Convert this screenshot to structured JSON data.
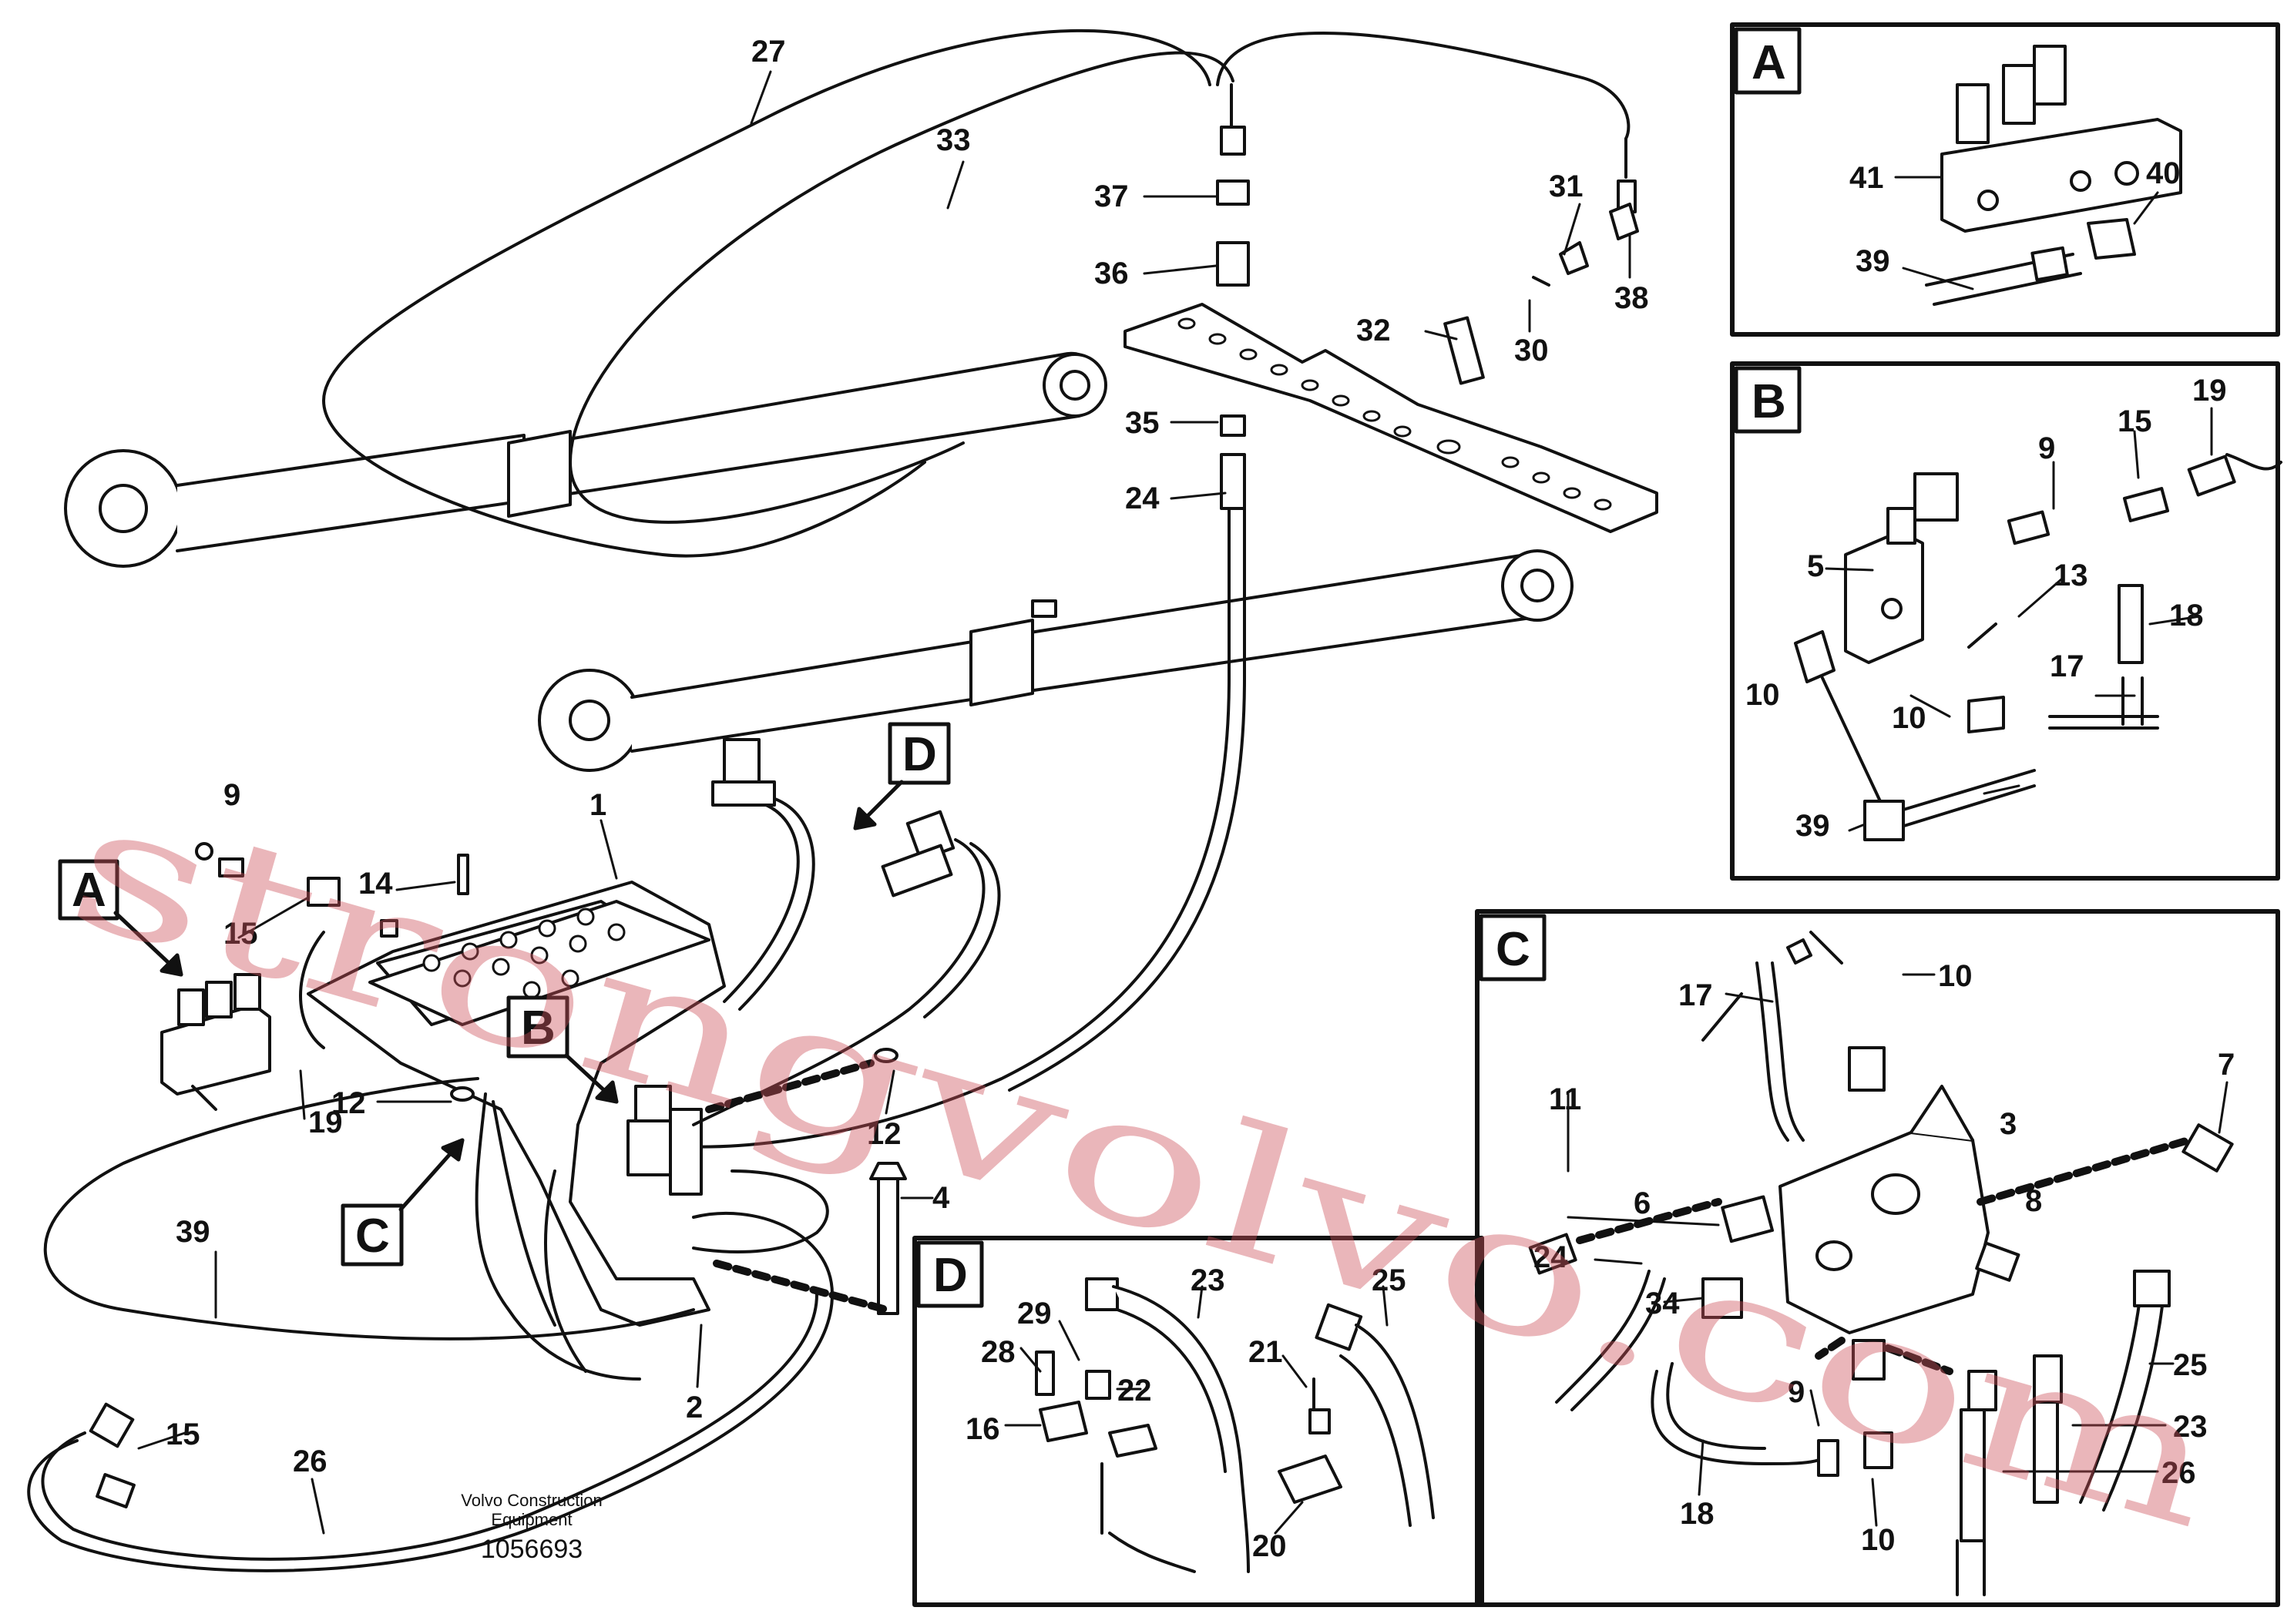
{
  "diagram": {
    "caption_line1": "Volvo Construction",
    "caption_line2": "Equipment",
    "drawing_number": "1056693",
    "watermark": "strongvolvo.com",
    "detail_boxes": {
      "A": "A",
      "B": "B",
      "C": "C",
      "D": "D"
    },
    "callout_letters": {
      "A": "A",
      "B": "B",
      "C": "C",
      "D": "D"
    },
    "main_labels": [
      "27",
      "33",
      "37",
      "36",
      "31",
      "38",
      "32",
      "30",
      "35",
      "24",
      "1",
      "14",
      "15",
      "9",
      "19",
      "12",
      "12",
      "4",
      "2",
      "39",
      "15",
      "26"
    ],
    "detail_a_labels": [
      "41",
      "40",
      "39"
    ],
    "detail_b_labels": [
      "19",
      "9",
      "15",
      "5",
      "13",
      "18",
      "10",
      "10",
      "17",
      "39"
    ],
    "detail_c_labels": [
      "17",
      "10",
      "11",
      "3",
      "7",
      "6",
      "24",
      "8",
      "34",
      "9",
      "25",
      "23",
      "26",
      "18",
      "10"
    ],
    "detail_d_labels": [
      "23",
      "25",
      "29",
      "22",
      "28",
      "16",
      "21",
      "20"
    ]
  }
}
